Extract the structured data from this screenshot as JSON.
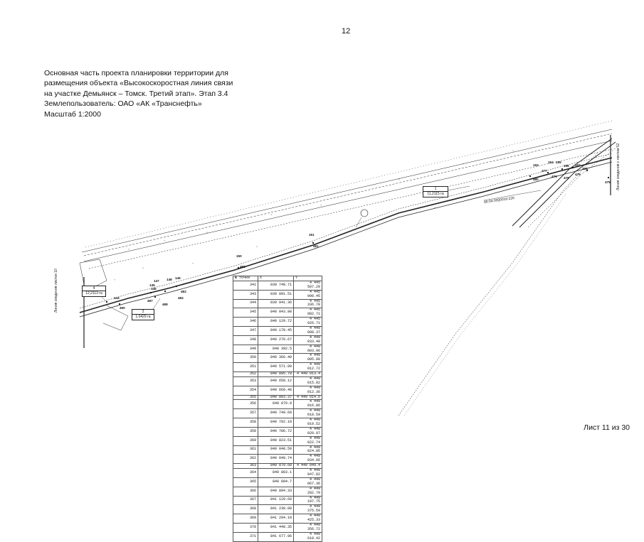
{
  "page": {
    "number": "12",
    "footer": "Лист 11 из 30"
  },
  "header": {
    "lines": [
      "Основная часть проекта планировки территории для",
      "размещения объекта «Высокоскоростная линия связи",
      "на участке Демьянск – Томск. Третий этап». Этап 3.4",
      "Землепользователь: ОАО «АК «Транснефть»",
      "Масштаб 1:2000"
    ]
  },
  "map": {
    "left_match_line": "Линия сведения листов 10",
    "right_match_line": "Линия сведения с листом 12",
    "cadastral_number": "86:04:0000016:226",
    "areas": [
      {
        "num": "4",
        "value": "12,2113 га"
      },
      {
        "num": "2",
        "value": "1,0429 га"
      },
      {
        "num": "1",
        "value": "11,2115 га"
      }
    ],
    "points": [
      "144",
      "490",
      "145",
      "487",
      "146",
      "488",
      "147",
      "148",
      "149",
      "483",
      "484",
      "150",
      "482",
      "151",
      "481",
      "193",
      "480",
      "479",
      "194",
      "195",
      "196",
      "197",
      "478",
      "198",
      "477",
      "476",
      "475"
    ]
  },
  "table": {
    "headers": [
      "№ точки",
      "X",
      "Y"
    ],
    "rows": [
      [
        "342",
        "839 748.71",
        "4 445 507.29"
      ],
      [
        "343",
        "839 891.51",
        "4 445 990.45"
      ],
      [
        "344",
        "839 941.36",
        "4 445 336.78"
      ],
      [
        "345",
        "840 043.98",
        "4 445 982.71"
      ],
      [
        "346",
        "840 129.72",
        "4 445 926.71"
      ],
      [
        "347",
        "840 178.45",
        "4 449 008.37"
      ],
      [
        "348",
        "840 278.67",
        "4 449 033.48"
      ],
      [
        "349",
        "840 392.5",
        "4 449 003.96"
      ],
      [
        "350",
        "840 366.40",
        "4 449 005.88"
      ],
      [
        "351",
        "840 571.09",
        "4 449 012.72"
      ],
      [
        "352",
        "840 895.78",
        "4 449 013.4"
      ],
      [
        "353",
        "840 658.12",
        "4 449 015.82"
      ],
      [
        "354",
        "840 669.48",
        "4 449 012.36"
      ],
      [
        "355",
        "840 803.37",
        "4 449 014.6"
      ],
      [
        "356",
        "840 879.9",
        "4 449 016.86"
      ],
      [
        "357",
        "840 749.69",
        "4 449 018.59"
      ],
      [
        "358",
        "840 792.18",
        "4 449 019.52"
      ],
      [
        "359",
        "840 786.72",
        "4 449 020.97"
      ],
      [
        "360",
        "840 823.51",
        "4 449 022.74"
      ],
      [
        "361",
        "840 848.59",
        "4 449 024.86"
      ],
      [
        "362",
        "840 849.74",
        "4 449 034.66"
      ],
      [
        "363",
        "840 879.68",
        "4 449 049.4"
      ],
      [
        "364",
        "840 883.1",
        "4 449 047.82"
      ],
      [
        "365",
        "840 894.7",
        "4 449 067.36"
      ],
      [
        "366",
        "840 894.33",
        "4 449 282.79"
      ],
      [
        "367",
        "841 129.69",
        "4 449 197.75"
      ],
      [
        "368",
        "841 230.00",
        "4 449 375.59"
      ],
      [
        "369",
        "841 294.18",
        "4 449 425.33"
      ],
      [
        "370",
        "841 448.35",
        "4 449 356.72"
      ],
      [
        "371",
        "841 677.96",
        "4 449 618.42"
      ]
    ]
  }
}
